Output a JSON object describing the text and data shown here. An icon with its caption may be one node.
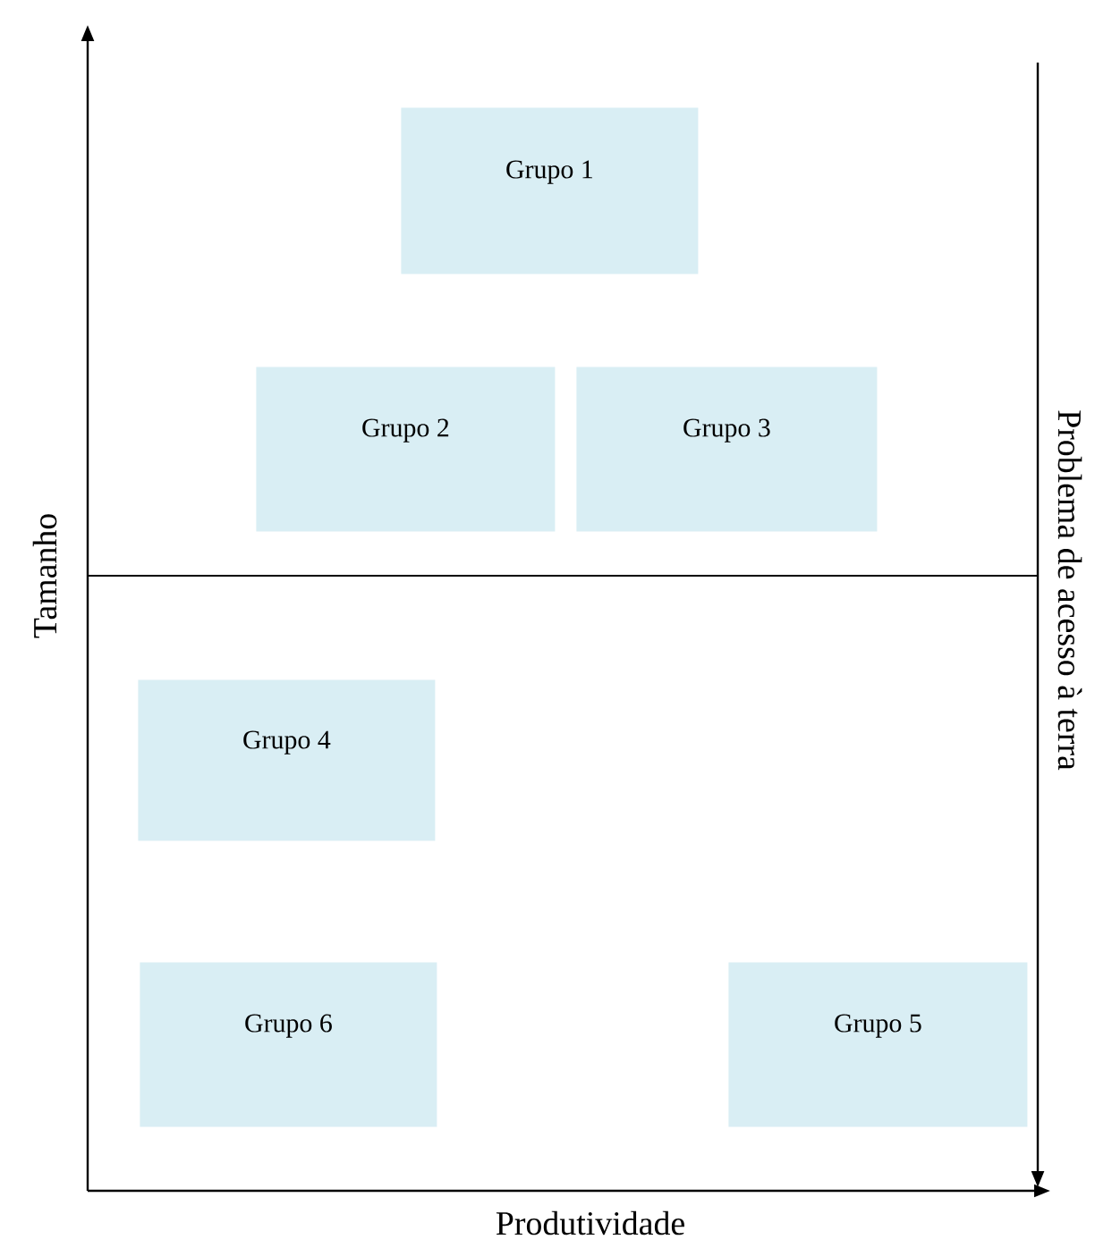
{
  "diagram": {
    "nodes": [
      {
        "text": [
          "Grupo 1"
        ]
      },
      {
        "text": [
          "Grupo 2"
        ]
      },
      {
        "text": [
          "Grupo 3"
        ]
      },
      {
        "text": [
          "Grupo 4"
        ]
      },
      {
        "text": [
          "Grupo 6"
        ]
      },
      {
        "text": [
          "Grupo 5"
        ]
      }
    ],
    "labels": [
      "Tamanho",
      "Problema de acesso à terra",
      "Produtividade"
    ]
  }
}
